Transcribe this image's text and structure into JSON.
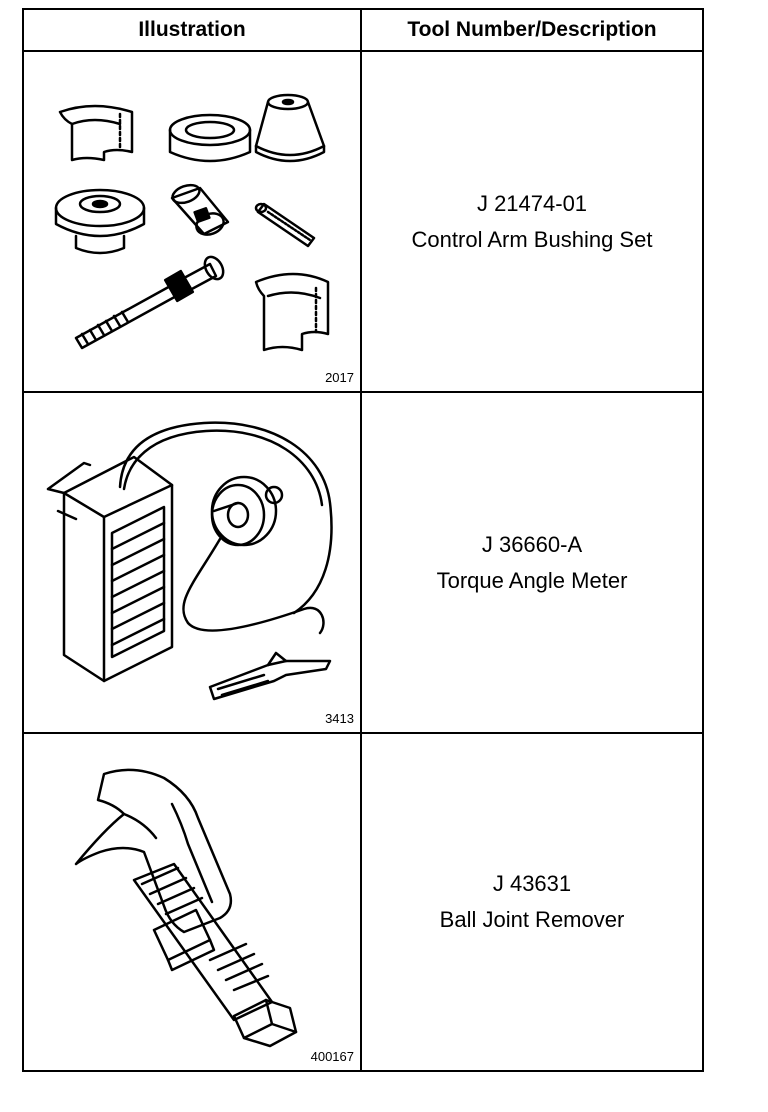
{
  "headers": {
    "illustration": "Illustration",
    "tool": "Tool Number/Description"
  },
  "rows": [
    {
      "figure": "2017",
      "tool_number": "J 21474-01",
      "description": "Control Arm Bushing Set",
      "icon": "bushing-set-icon"
    },
    {
      "figure": "3413",
      "tool_number": "J 36660-A",
      "description": "Torque Angle Meter",
      "icon": "torque-meter-icon"
    },
    {
      "figure": "400167",
      "tool_number": "J 43631",
      "description": "Ball Joint Remover",
      "icon": "ball-joint-remover-icon"
    }
  ]
}
